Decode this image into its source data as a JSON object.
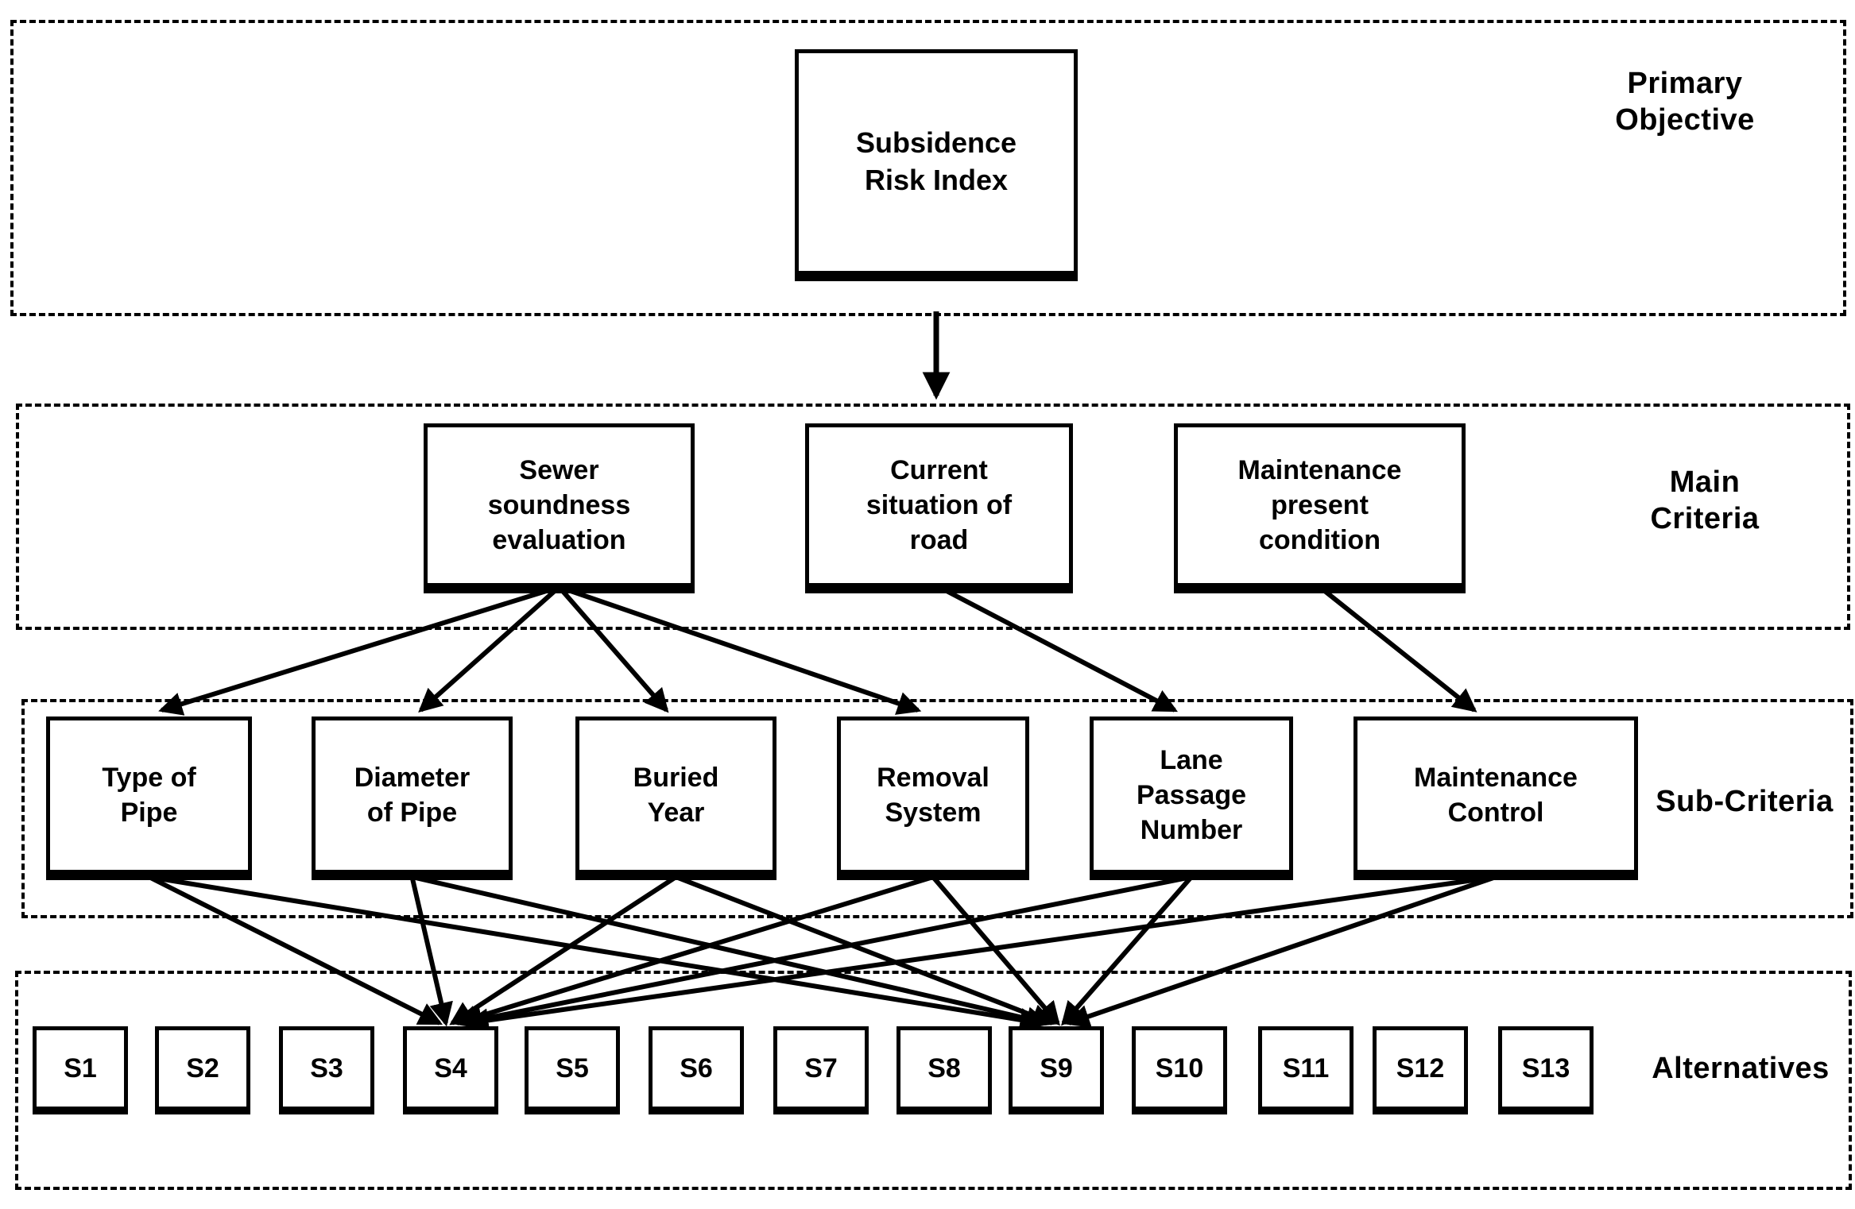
{
  "colors": {
    "ink": "#000000",
    "background": "#ffffff"
  },
  "levels": [
    {
      "id": "primary-objective",
      "label": "Primary Objective",
      "lines": [
        "Primary",
        "Objective"
      ]
    },
    {
      "id": "main-criteria",
      "label": "Main Criteria",
      "lines": [
        "Main",
        "Criteria"
      ]
    },
    {
      "id": "sub-criteria",
      "label": "Sub-Criteria",
      "lines": [
        "Sub-Criteria"
      ]
    },
    {
      "id": "alternatives",
      "label": "Alternatives",
      "lines": [
        "Alternatives"
      ]
    }
  ],
  "nodes": {
    "objective": {
      "id": "subsidence-risk-index",
      "label": "Subsidence Risk Index",
      "lines": [
        "Subsidence",
        "Risk Index"
      ]
    },
    "main_criteria": [
      {
        "id": "sewer-soundness-evaluation",
        "label": "Sewer soundness evaluation",
        "lines": [
          "Sewer",
          "soundness",
          "evaluation"
        ]
      },
      {
        "id": "current-situation-of-road",
        "label": "Current situation of road",
        "lines": [
          "Current",
          "situation of",
          "road"
        ]
      },
      {
        "id": "maintenance-present-condition",
        "label": "Maintenance present condition",
        "lines": [
          "Maintenance",
          "present",
          "condition"
        ]
      }
    ],
    "sub_criteria": [
      {
        "id": "type-of-pipe",
        "label": "Type of Pipe",
        "lines": [
          "Type of",
          "Pipe"
        ]
      },
      {
        "id": "diameter-of-pipe",
        "label": "Diameter of Pipe",
        "lines": [
          "Diameter",
          "of Pipe"
        ]
      },
      {
        "id": "buried-year",
        "label": "Buried Year",
        "lines": [
          "Buried",
          "Year"
        ]
      },
      {
        "id": "removal-system",
        "label": "Removal System",
        "lines": [
          "Removal",
          "System"
        ]
      },
      {
        "id": "lane-passage-number",
        "label": "Lane Passage Number",
        "lines": [
          "Lane",
          "Passage",
          "Number"
        ]
      },
      {
        "id": "maintenance-control",
        "label": "Maintenance Control",
        "lines": [
          "Maintenance",
          "Control"
        ]
      }
    ],
    "alternatives": [
      "S1",
      "S2",
      "S3",
      "S4",
      "S5",
      "S6",
      "S7",
      "S8",
      "S9",
      "S10",
      "S11",
      "S12",
      "S13"
    ]
  },
  "edges": [
    {
      "from": "subsidence-risk-index",
      "to": "main-criteria-level"
    },
    {
      "from": "sewer-soundness-evaluation",
      "to": "type-of-pipe"
    },
    {
      "from": "sewer-soundness-evaluation",
      "to": "diameter-of-pipe"
    },
    {
      "from": "sewer-soundness-evaluation",
      "to": "buried-year"
    },
    {
      "from": "sewer-soundness-evaluation",
      "to": "removal-system"
    },
    {
      "from": "current-situation-of-road",
      "to": "lane-passage-number"
    },
    {
      "from": "maintenance-present-condition",
      "to": "maintenance-control"
    },
    {
      "from": "type-of-pipe",
      "to": "S4"
    },
    {
      "from": "type-of-pipe",
      "to": "S9"
    },
    {
      "from": "diameter-of-pipe",
      "to": "S4"
    },
    {
      "from": "diameter-of-pipe",
      "to": "S9"
    },
    {
      "from": "buried-year",
      "to": "S4"
    },
    {
      "from": "buried-year",
      "to": "S9"
    },
    {
      "from": "removal-system",
      "to": "S4"
    },
    {
      "from": "removal-system",
      "to": "S9"
    },
    {
      "from": "lane-passage-number",
      "to": "S4"
    },
    {
      "from": "lane-passage-number",
      "to": "S9"
    },
    {
      "from": "maintenance-control",
      "to": "S4"
    },
    {
      "from": "maintenance-control",
      "to": "S9"
    }
  ]
}
